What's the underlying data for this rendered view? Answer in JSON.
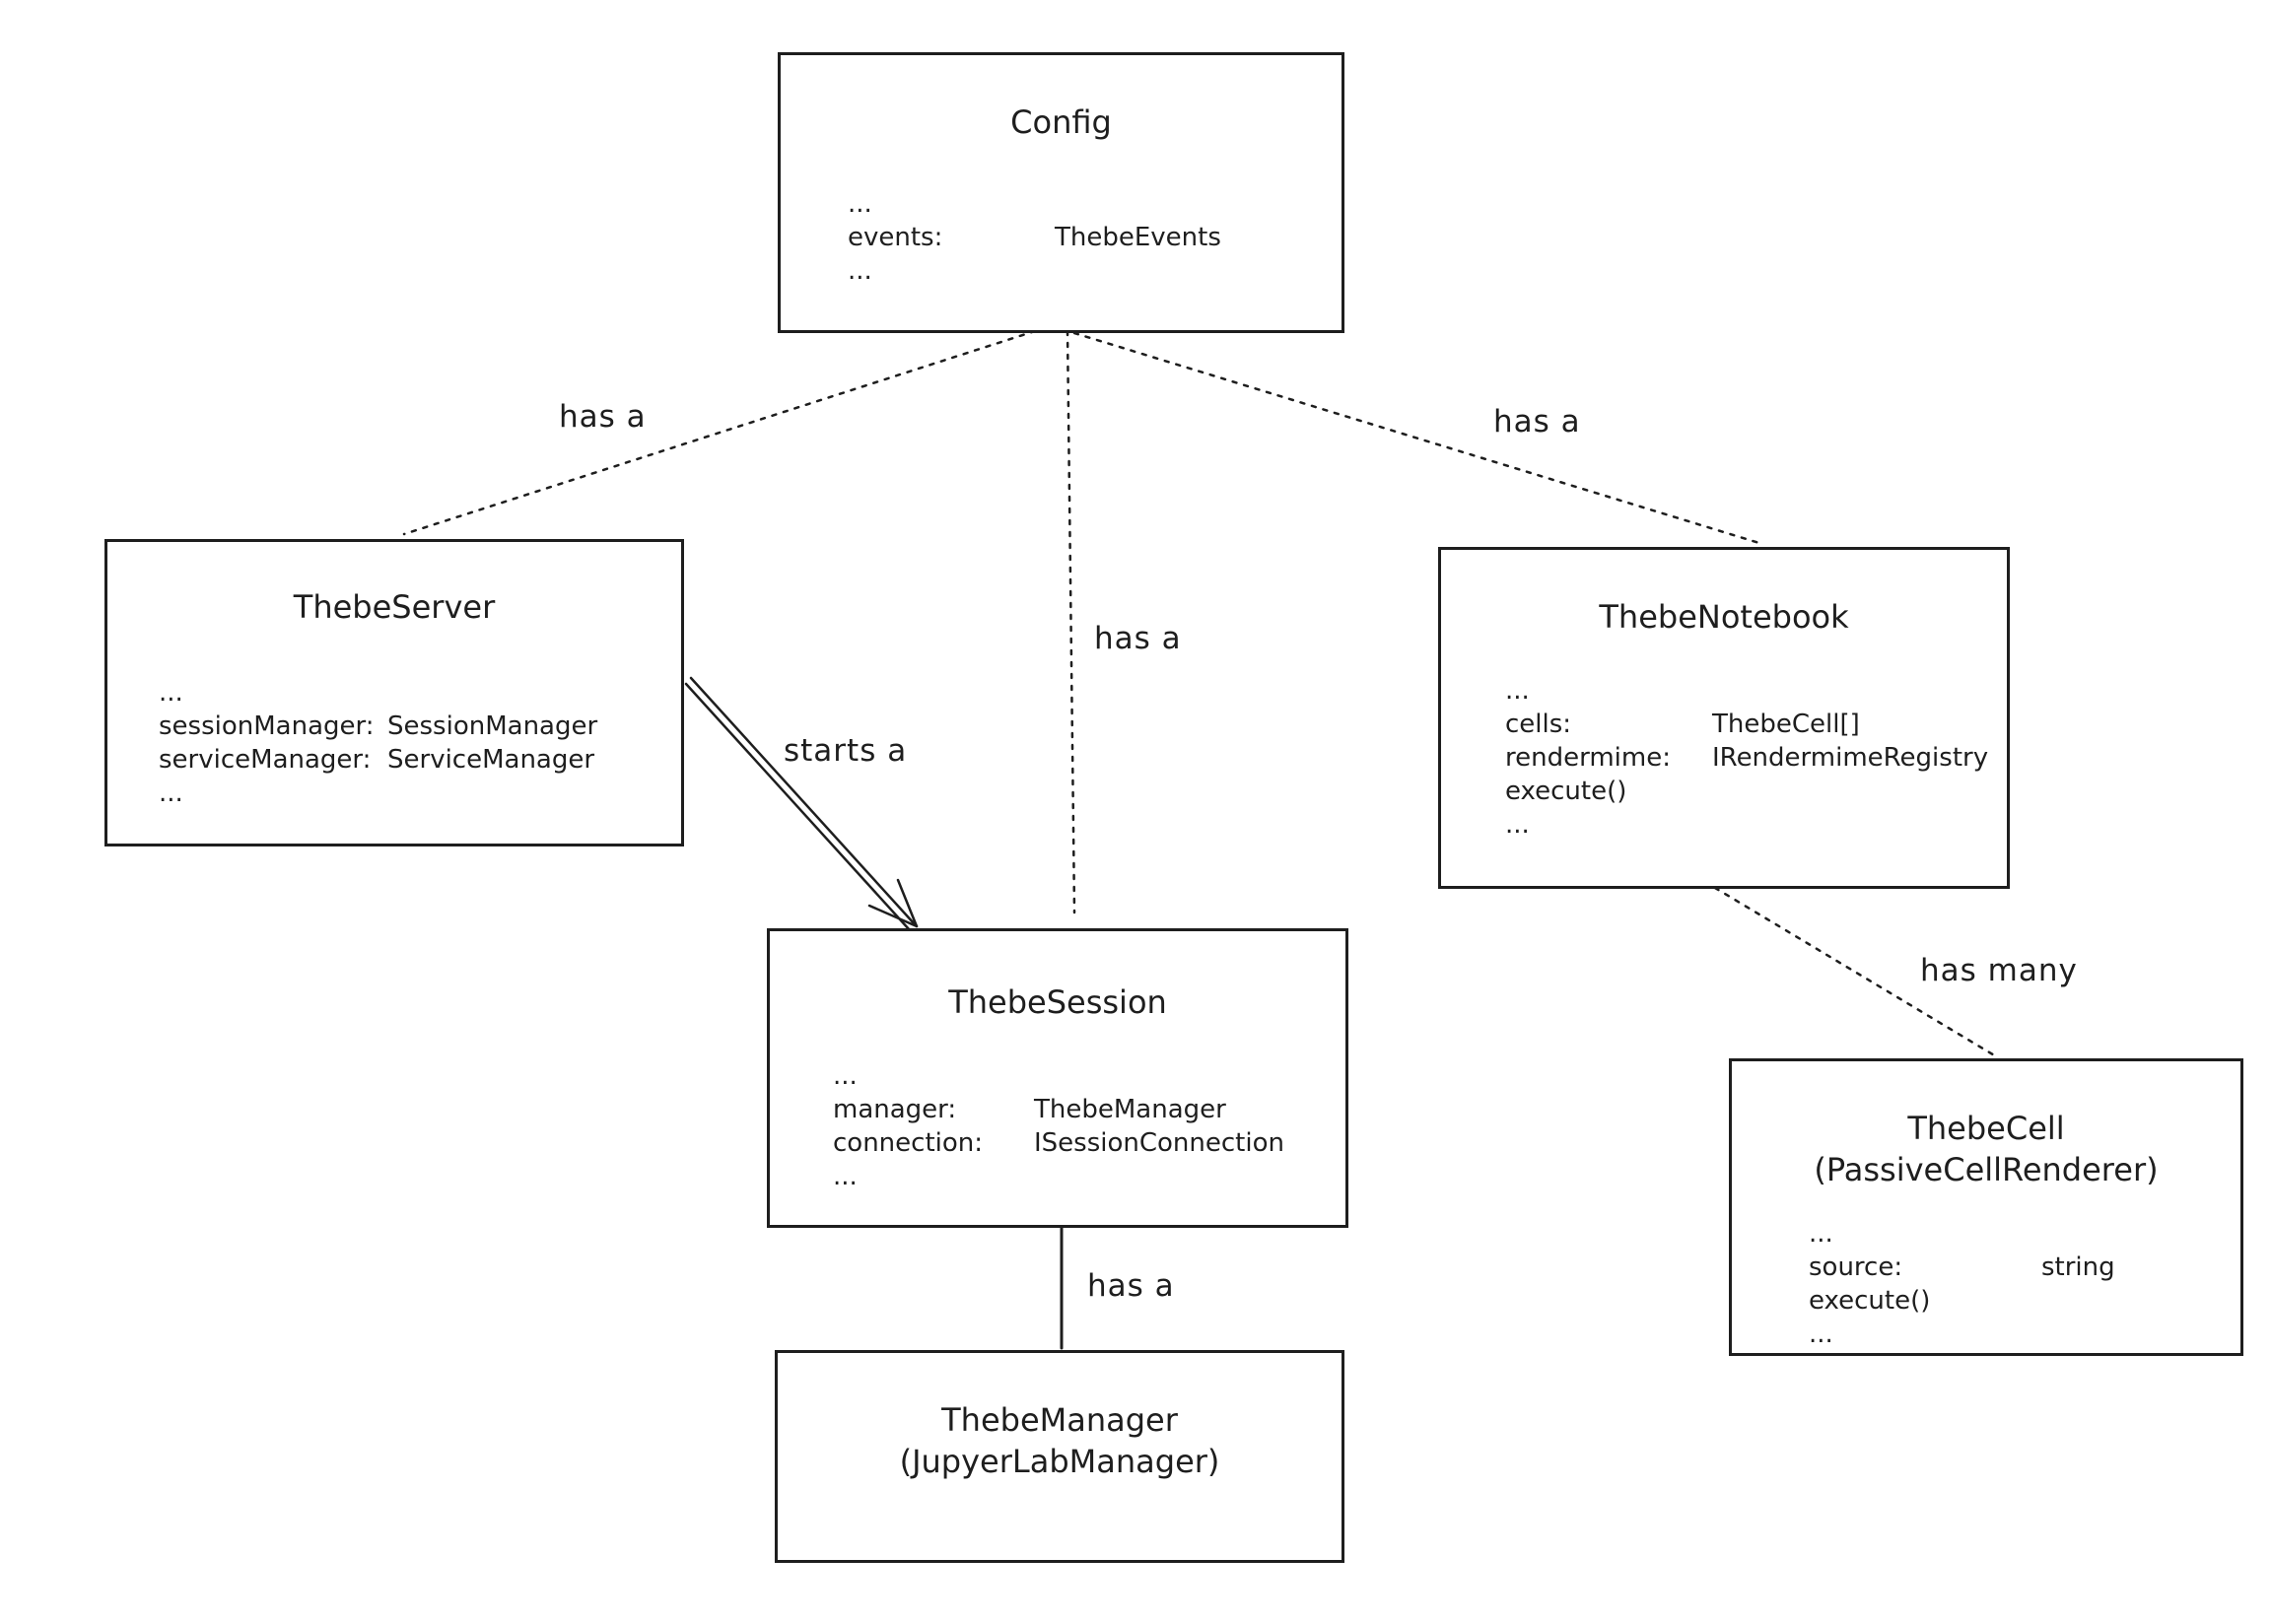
{
  "boxes": {
    "config": {
      "title": "Config",
      "fields": [
        {
          "key": "...",
          "value": ""
        },
        {
          "key": "events:",
          "value": "ThebeEvents"
        },
        {
          "key": "...",
          "value": ""
        }
      ]
    },
    "server": {
      "title": "ThebeServer",
      "fields": [
        {
          "key": "...",
          "value": ""
        },
        {
          "key": "sessionManager:",
          "value": "SessionManager"
        },
        {
          "key": "serviceManager:",
          "value": "ServiceManager"
        },
        {
          "key": "...",
          "value": ""
        }
      ]
    },
    "notebook": {
      "title": "ThebeNotebook",
      "fields": [
        {
          "key": "...",
          "value": ""
        },
        {
          "key": "cells:",
          "value": "ThebeCell[]"
        },
        {
          "key": "rendermime:",
          "value": "IRendermimeRegistry"
        },
        {
          "key": "execute()",
          "value": ""
        },
        {
          "key": "...",
          "value": ""
        }
      ]
    },
    "session": {
      "title": "ThebeSession",
      "fields": [
        {
          "key": "...",
          "value": ""
        },
        {
          "key": "manager:",
          "value": "ThebeManager"
        },
        {
          "key": "connection:",
          "value": "ISessionConnection"
        },
        {
          "key": "...",
          "value": ""
        }
      ]
    },
    "cell": {
      "title_line1": "ThebeCell",
      "title_line2": "(PassiveCellRenderer)",
      "fields": [
        {
          "key": "...",
          "value": ""
        },
        {
          "key": "source:",
          "value": "string"
        },
        {
          "key": "execute()",
          "value": ""
        },
        {
          "key": "...",
          "value": ""
        }
      ]
    },
    "manager": {
      "title_line1": "ThebeManager",
      "title_line2": "(JupyerLabManager)"
    }
  },
  "edges": {
    "config_server": "has a",
    "config_session": "has a",
    "config_notebook": "has a",
    "server_session": "starts a",
    "notebook_cell": "has many",
    "session_manager": "has a"
  },
  "colors": {
    "stroke": "#1e1e1e",
    "background": "#ffffff"
  }
}
